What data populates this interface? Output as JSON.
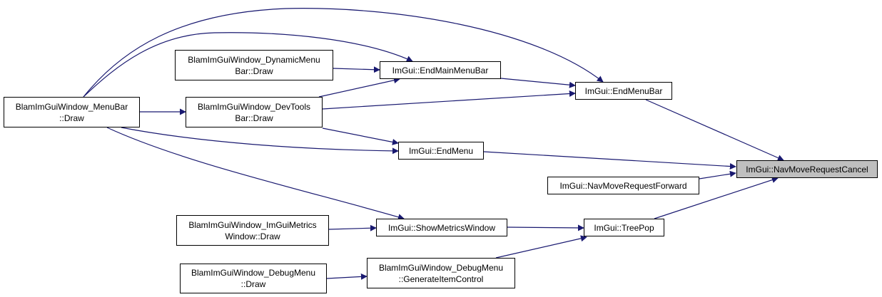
{
  "colors": {
    "edge": "#191970",
    "node_border": "#000000",
    "highlight_fill": "#bfbfbf"
  },
  "nodes": {
    "nav_cancel": {
      "lines": [
        "ImGui::NavMoveRequestCancel"
      ],
      "highlight": true
    },
    "end_menu_bar": {
      "lines": [
        "ImGui::EndMenuBar"
      ]
    },
    "end_main_menu": {
      "lines": [
        "ImGui::EndMainMenuBar"
      ]
    },
    "end_menu": {
      "lines": [
        "ImGui::EndMenu"
      ]
    },
    "nav_forward": {
      "lines": [
        "ImGui::NavMoveRequestForward"
      ]
    },
    "tree_pop": {
      "lines": [
        "ImGui::TreePop"
      ]
    },
    "show_metrics": {
      "lines": [
        "ImGui::ShowMetricsWindow"
      ]
    },
    "dynamic_menu": {
      "lines": [
        "BlamImGuiWindow_DynamicMenu",
        "Bar::Draw"
      ]
    },
    "devtools": {
      "lines": [
        "BlamImGuiWindow_DevTools",
        "Bar::Draw"
      ]
    },
    "menubar": {
      "lines": [
        "BlamImGuiWindow_MenuBar",
        "::Draw"
      ]
    },
    "metrics_window": {
      "lines": [
        "BlamImGuiWindow_ImGuiMetrics",
        "Window::Draw"
      ]
    },
    "debug_menu": {
      "lines": [
        "BlamImGuiWindow_DebugMenu",
        "::Draw"
      ]
    },
    "generate_item": {
      "lines": [
        "BlamImGuiWindow_DebugMenu",
        "::GenerateItemControl"
      ]
    }
  },
  "edges": [
    [
      "end_menu_bar",
      "nav_cancel"
    ],
    [
      "end_menu",
      "nav_cancel"
    ],
    [
      "nav_forward",
      "nav_cancel"
    ],
    [
      "tree_pop",
      "nav_cancel"
    ],
    [
      "end_main_menu",
      "end_menu_bar"
    ],
    [
      "devtools",
      "end_menu_bar"
    ],
    [
      "menubar",
      "end_menu_bar"
    ],
    [
      "dynamic_menu",
      "end_main_menu"
    ],
    [
      "devtools",
      "end_main_menu"
    ],
    [
      "menubar",
      "end_main_menu"
    ],
    [
      "devtools",
      "end_menu"
    ],
    [
      "menubar",
      "end_menu"
    ],
    [
      "menubar",
      "devtools"
    ],
    [
      "show_metrics",
      "tree_pop"
    ],
    [
      "generate_item",
      "tree_pop"
    ],
    [
      "metrics_window",
      "show_metrics"
    ],
    [
      "menubar",
      "show_metrics"
    ],
    [
      "debug_menu",
      "generate_item"
    ]
  ]
}
